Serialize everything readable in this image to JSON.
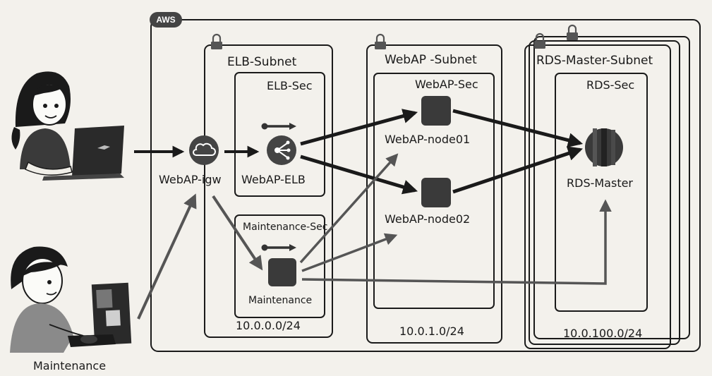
{
  "cloud": {
    "badge": "AWS"
  },
  "subnets": {
    "elb": {
      "title": "ELB-Subnet",
      "cidr": "10.0.0.0/24"
    },
    "webap": {
      "title": "WebAP -Subnet",
      "cidr": "10.0.1.0/24"
    },
    "rds": {
      "title": "RDS-Master-Subnet",
      "cidr": "10.0.100.0/24"
    }
  },
  "security_groups": {
    "elb": "ELB-Sec",
    "maintenance": "Maintenance-Sec",
    "webap": "WebAP-Sec",
    "rds": "RDS-Sec"
  },
  "nodes": {
    "igw": "WebAP-igw",
    "elb": "WebAP-ELB",
    "maintenance_server": "Maintenance",
    "node01": "WebAP-node01",
    "node02": "WebAP-node02",
    "rds": "RDS-Master"
  },
  "actors": {
    "maintenance_user": "Maintenance"
  },
  "colors": {
    "line": "#1a1a1a",
    "arrow_primary": "#1a1a1a",
    "arrow_secondary": "#555555",
    "instance_fill": "#3a3a3a",
    "badge": "#444444"
  }
}
